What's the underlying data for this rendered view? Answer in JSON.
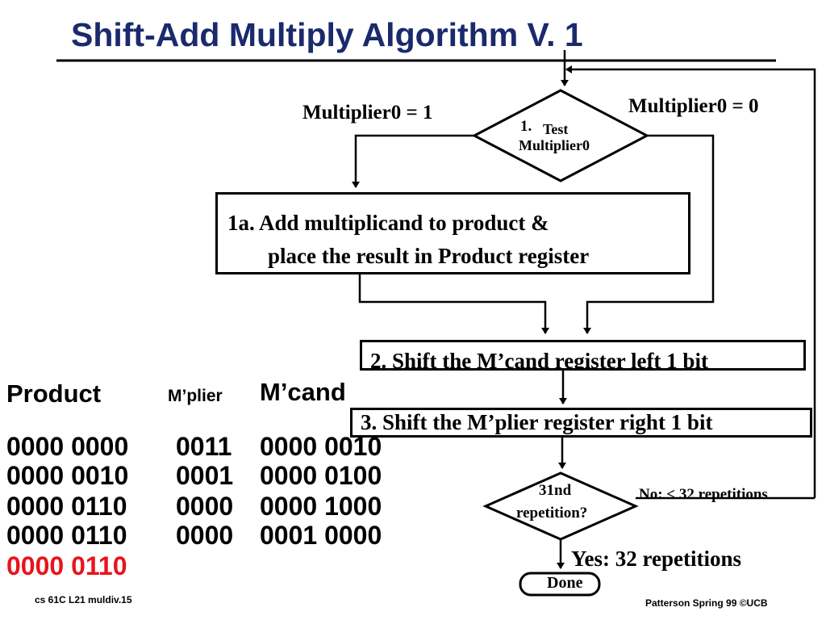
{
  "slide": {
    "title": "Shift-Add Multiply Algorithm V. 1",
    "footer_left": "cs 61C  L21  muldiv.15",
    "footer_right": "Patterson Spring 99  ©UCB"
  },
  "flowchart": {
    "label_left": "Multiplier0 = 1",
    "label_right": "Multiplier0 = 0",
    "test_num": "1.",
    "test_line1": "Test",
    "test_line2": "Multiplier0",
    "step1a_line1": "1a. Add multiplicand to product &",
    "step1a_line2": "place the result in Product register",
    "step2": "2. Shift the M’cand register left 1 bit",
    "step3": "3. Shift the M’plier register right 1 bit",
    "repeat_line1": "31nd",
    "repeat_line2": "repetition?",
    "no_label": "No: < 32 repetitions",
    "yes_label": "Yes: 32 repetitions",
    "done": "Done"
  },
  "table": {
    "header_product": "Product",
    "header_mplier": "M’plier",
    "header_mcand": "M’cand",
    "rows": [
      {
        "product": "0000 0000",
        "mplier": "0011",
        "mcand": "0000 0010"
      },
      {
        "product": "0000 0010",
        "mplier": "0001",
        "mcand": "0000 0100"
      },
      {
        "product": "0000 0110",
        "mplier": "0000",
        "mcand": "0000 1000"
      },
      {
        "product": "0000 0110",
        "mplier": "0000",
        "mcand": "0001 0000"
      }
    ],
    "final_product": "0000 0110",
    "final_color": "#e8141c"
  }
}
